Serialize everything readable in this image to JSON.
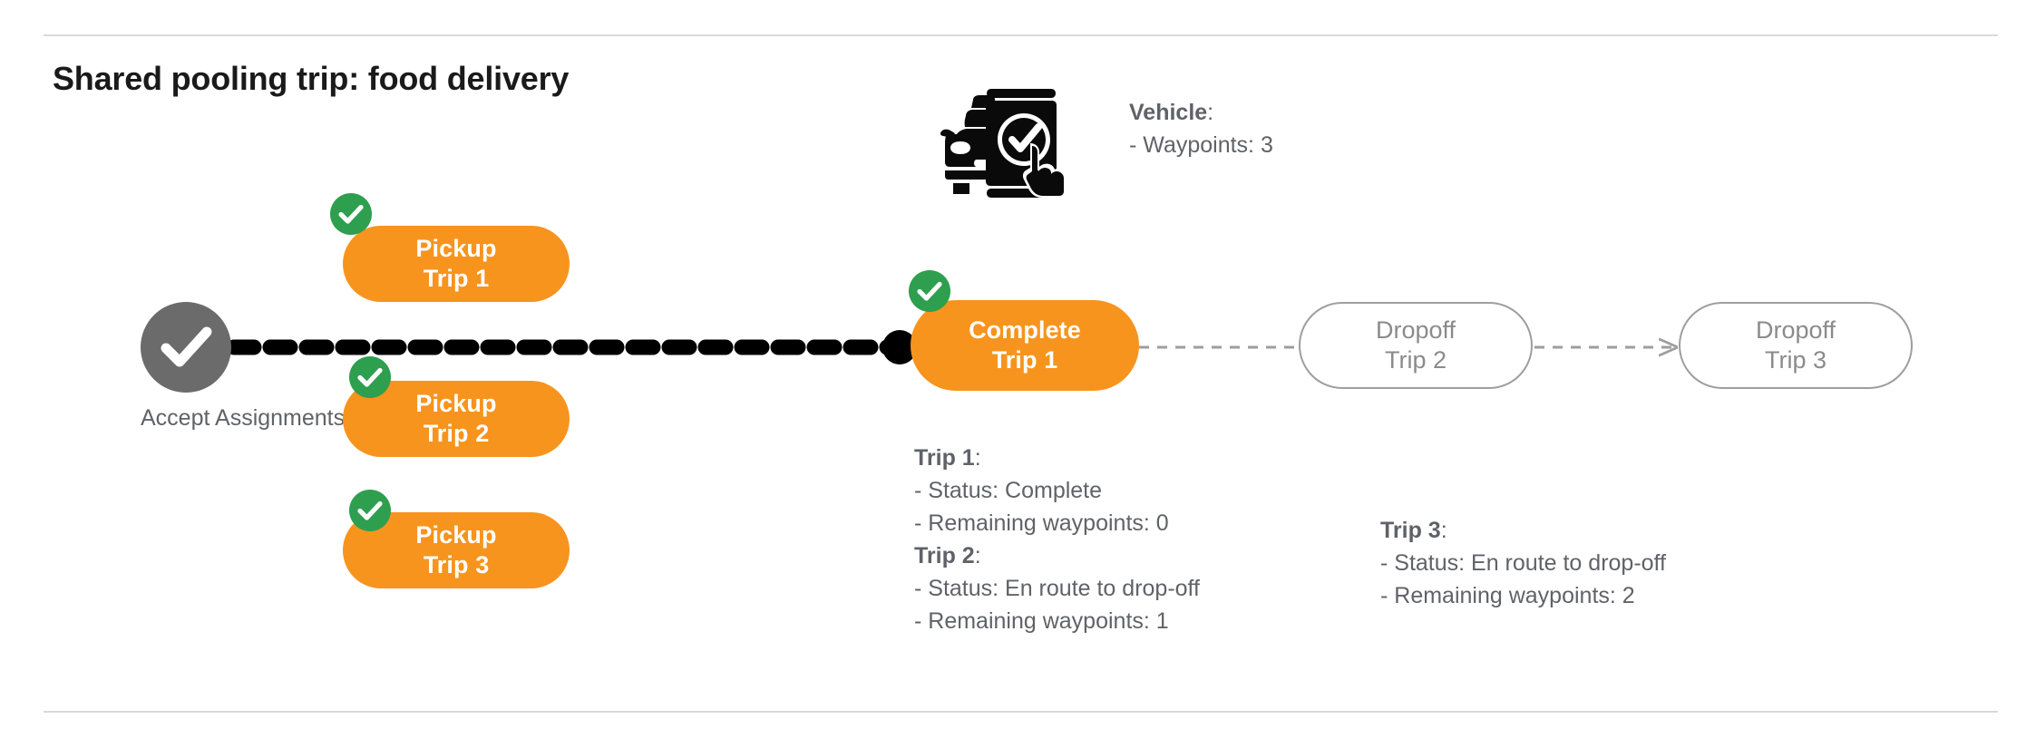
{
  "page": {
    "title": "Shared pooling trip: food delivery"
  },
  "colors": {
    "orange": "#F7941D",
    "green": "#2E9E4F",
    "gray_node": "#6B6B6B",
    "gray_text": "#5F6368",
    "gray_outline": "#9E9E9E",
    "black": "#000000",
    "rule": "#D9D9D9"
  },
  "start_node": {
    "name": "accept-assignments",
    "icon": "check-circle-icon",
    "label_line1": "Accept",
    "label_line2": "Assignments"
  },
  "vehicle": {
    "icon": "vehicle-phone-check-icon",
    "heading": "Vehicle",
    "heading_suffix": ":",
    "detail": "- Waypoints: 3"
  },
  "pickup_nodes": [
    {
      "name": "pickup-trip-1",
      "line1": "Pickup",
      "line2": "Trip 1",
      "badge": "check-badge-icon",
      "state": "done"
    },
    {
      "name": "pickup-trip-2",
      "line1": "Pickup",
      "line2": "Trip 2",
      "badge": "check-badge-icon",
      "state": "done"
    },
    {
      "name": "pickup-trip-3",
      "line1": "Pickup",
      "line2": "Trip 3",
      "badge": "check-badge-icon",
      "state": "done"
    }
  ],
  "complete_node": {
    "name": "complete-trip-1",
    "line1": "Complete",
    "line2": "Trip 1",
    "badge": "check-badge-icon",
    "state": "done"
  },
  "dropoff_nodes": [
    {
      "name": "dropoff-trip-2",
      "line1": "Dropoff",
      "line2": "Trip 2",
      "state": "pending"
    },
    {
      "name": "dropoff-trip-3",
      "line1": "Dropoff",
      "line2": "Trip 3",
      "state": "pending"
    }
  ],
  "trip_details": {
    "left": {
      "trip1_heading": "Trip 1",
      "trip1_heading_suffix": ":",
      "trip1_status": "- Status:  Complete",
      "trip1_waypoints": "- Remaining waypoints: 0",
      "trip2_heading": "Trip 2",
      "trip2_heading_suffix": ":",
      "trip2_status": "- Status:  En route to drop-off",
      "trip2_waypoints": "- Remaining waypoints: 1"
    },
    "right": {
      "trip3_heading": "Trip 3",
      "trip3_heading_suffix": ":",
      "trip3_status": "- Status:  En route to drop-off",
      "trip3_waypoints": "- Remaining waypoints: 2"
    }
  },
  "connectors": {
    "accept_to_complete": {
      "name": "dashed-connector-black",
      "style": "thick-dashed",
      "arrow": false
    },
    "complete_to_dropoff2": {
      "name": "dashed-connector-gray-1",
      "style": "thin-dashed",
      "arrow": false
    },
    "dropoff2_to_dropoff3": {
      "name": "dashed-connector-gray-2",
      "style": "thin-dashed",
      "arrow": true
    }
  }
}
